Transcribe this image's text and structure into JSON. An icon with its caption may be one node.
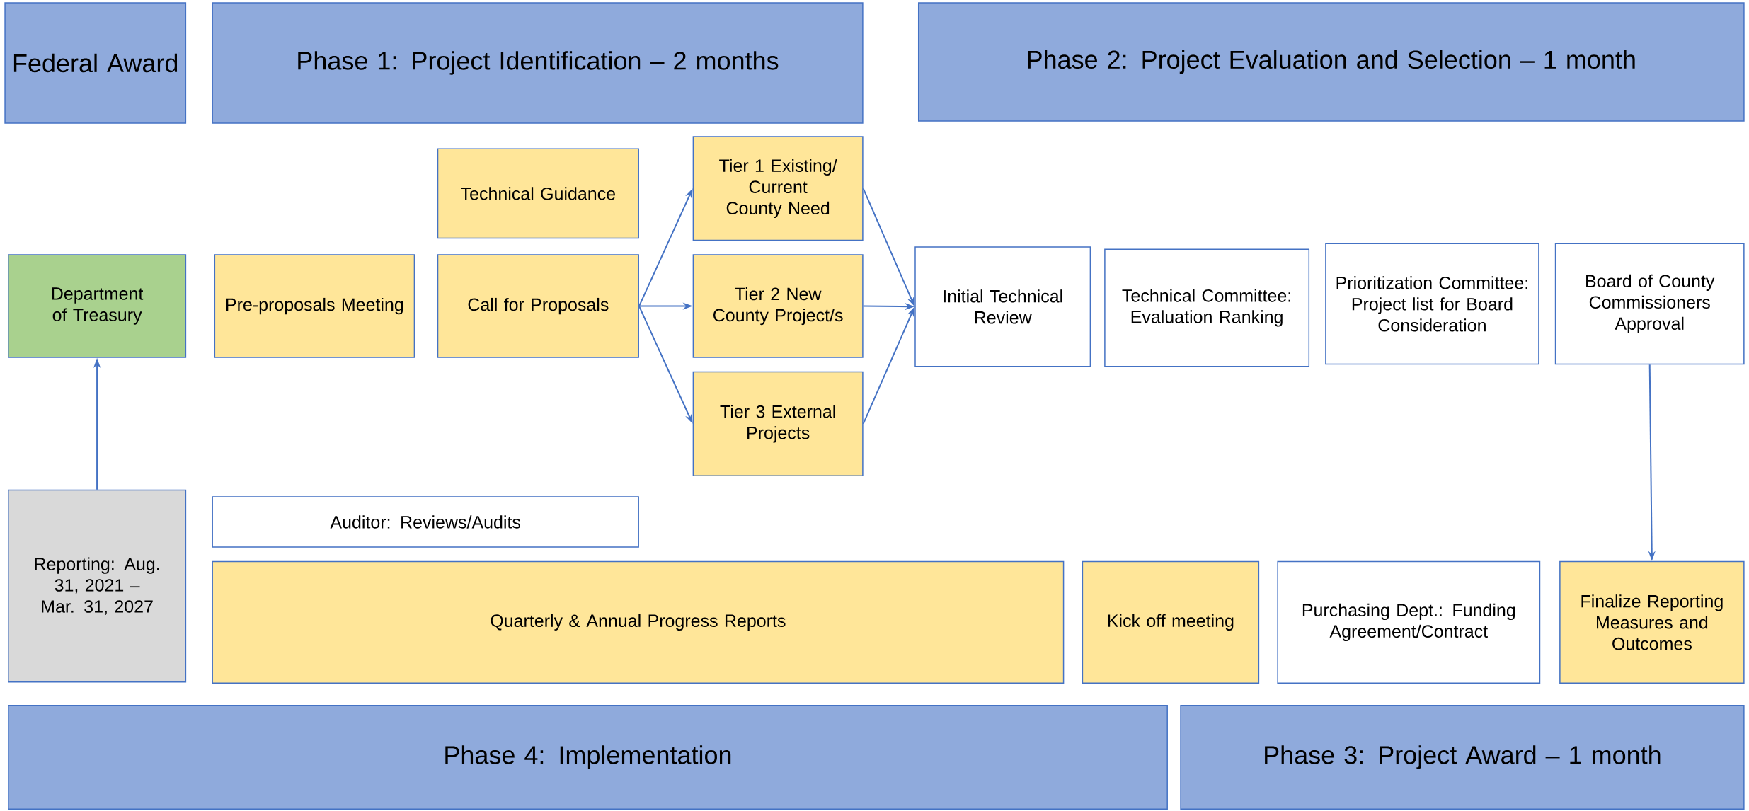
{
  "diagram": {
    "nodes": [
      {
        "text": [
          "Federal Award"
        ]
      },
      {
        "text": [
          "Phase 1: Project Identification – 2 months"
        ]
      },
      {
        "text": [
          "Phase 2: Project Evaluation and Selection – 1 month"
        ]
      },
      {
        "text": [
          "Technical Guidance"
        ]
      },
      {
        "text": [
          "Tier 1 Existing/ Current County Need"
        ]
      },
      {
        "text": [
          "Department of Treasury"
        ]
      },
      {
        "text": [
          "Pre-proposals Meeting"
        ]
      },
      {
        "text": [
          "Call for Proposals"
        ]
      },
      {
        "text": [
          "Tier 2 New County Project/s"
        ]
      },
      {
        "text": [
          "Initial Technical Review"
        ]
      },
      {
        "text": [
          "Technical Committee: Evaluation Ranking"
        ]
      },
      {
        "text": [
          "Prioritization Committee: Project list for Board Consideration"
        ]
      },
      {
        "text": [
          "Board of County Commissioners Approval"
        ]
      },
      {
        "text": [
          "Tier 3 External Projects"
        ]
      },
      {
        "text": [
          "Reporting: Aug. 31, 2021 – Mar. 31, 2027"
        ]
      },
      {
        "text": [
          "Auditor: Reviews/Audits"
        ]
      },
      {
        "text": [
          "Quarterly & Annual Progress Reports"
        ]
      },
      {
        "text": [
          "Kick off meeting"
        ]
      },
      {
        "text": [
          "Purchasing Dept.: Funding Agreement/Contract"
        ]
      },
      {
        "text": [
          "Finalize Reporting Measures and Outcomes"
        ]
      },
      {
        "text": [
          "Phase 4: Implementation"
        ]
      },
      {
        "text": [
          "Phase 3: Project Award – 1 month"
        ]
      }
    ],
    "edges": [
      {
        "from": 14,
        "to": 5,
        "arrow": "to"
      },
      {
        "from": 7,
        "to": 4,
        "arrow": "to"
      },
      {
        "from": 7,
        "to": 8,
        "arrow": "to"
      },
      {
        "from": 7,
        "to": 13,
        "arrow": "to"
      },
      {
        "from": 4,
        "to": 9,
        "arrow": "to"
      },
      {
        "from": 8,
        "to": 9,
        "arrow": "to"
      },
      {
        "from": 13,
        "to": 9,
        "arrow": "to"
      },
      {
        "from": 12,
        "to": 19,
        "arrow": "to"
      }
    ]
  }
}
